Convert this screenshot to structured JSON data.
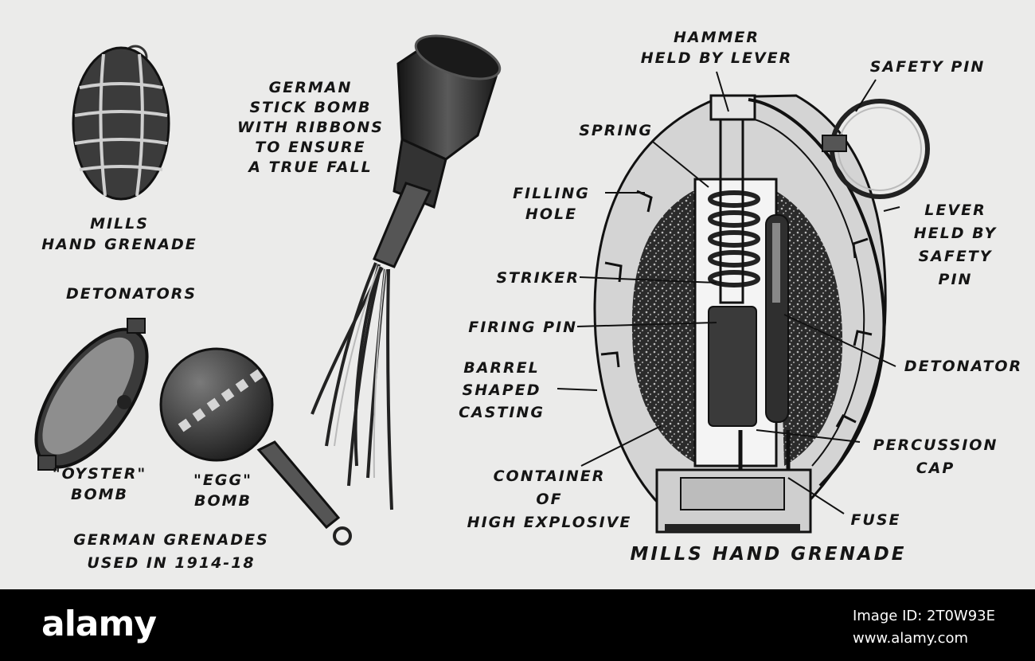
{
  "diagram": {
    "title": "MILLS HAND GRENADE",
    "mills_small_label": [
      "MILLS",
      "HAND GRENADE"
    ],
    "stick_bomb_label": [
      "GERMAN",
      "STICK BOMB",
      "WITH RIBBONS",
      "TO ENSURE",
      "A TRUE FALL"
    ],
    "detonators_label": "DETONATORS",
    "oyster_label": [
      "\"OYSTER\"",
      "BOMB"
    ],
    "egg_label": [
      "\"EGG\"",
      "BOMB"
    ],
    "german_caption": [
      "GERMAN GRENADES",
      "USED IN 1914-18"
    ],
    "parts": {
      "hammer": [
        "HAMMER",
        "HELD BY LEVER"
      ],
      "safety_pin": "SAFETY PIN",
      "spring": "SPRING",
      "filling_hole": [
        "FILLING",
        "HOLE"
      ],
      "lever": [
        "LEVER",
        "HELD BY",
        "SAFETY",
        "PIN"
      ],
      "striker": "STRIKER",
      "firing_pin": "FIRING PIN",
      "detonator": "DETONATOR",
      "casting": [
        "BARREL",
        "SHAPED",
        "CASTING"
      ],
      "percussion_cap": [
        "PERCUSSION",
        "CAP"
      ],
      "container": [
        "CONTAINER",
        "OF",
        "HIGH EXPLOSIVE"
      ],
      "fuse": "FUSE"
    }
  },
  "footer": {
    "brand": "alamy",
    "image_id": "Image ID: 2T0W93E",
    "url": "www.alamy.com"
  }
}
